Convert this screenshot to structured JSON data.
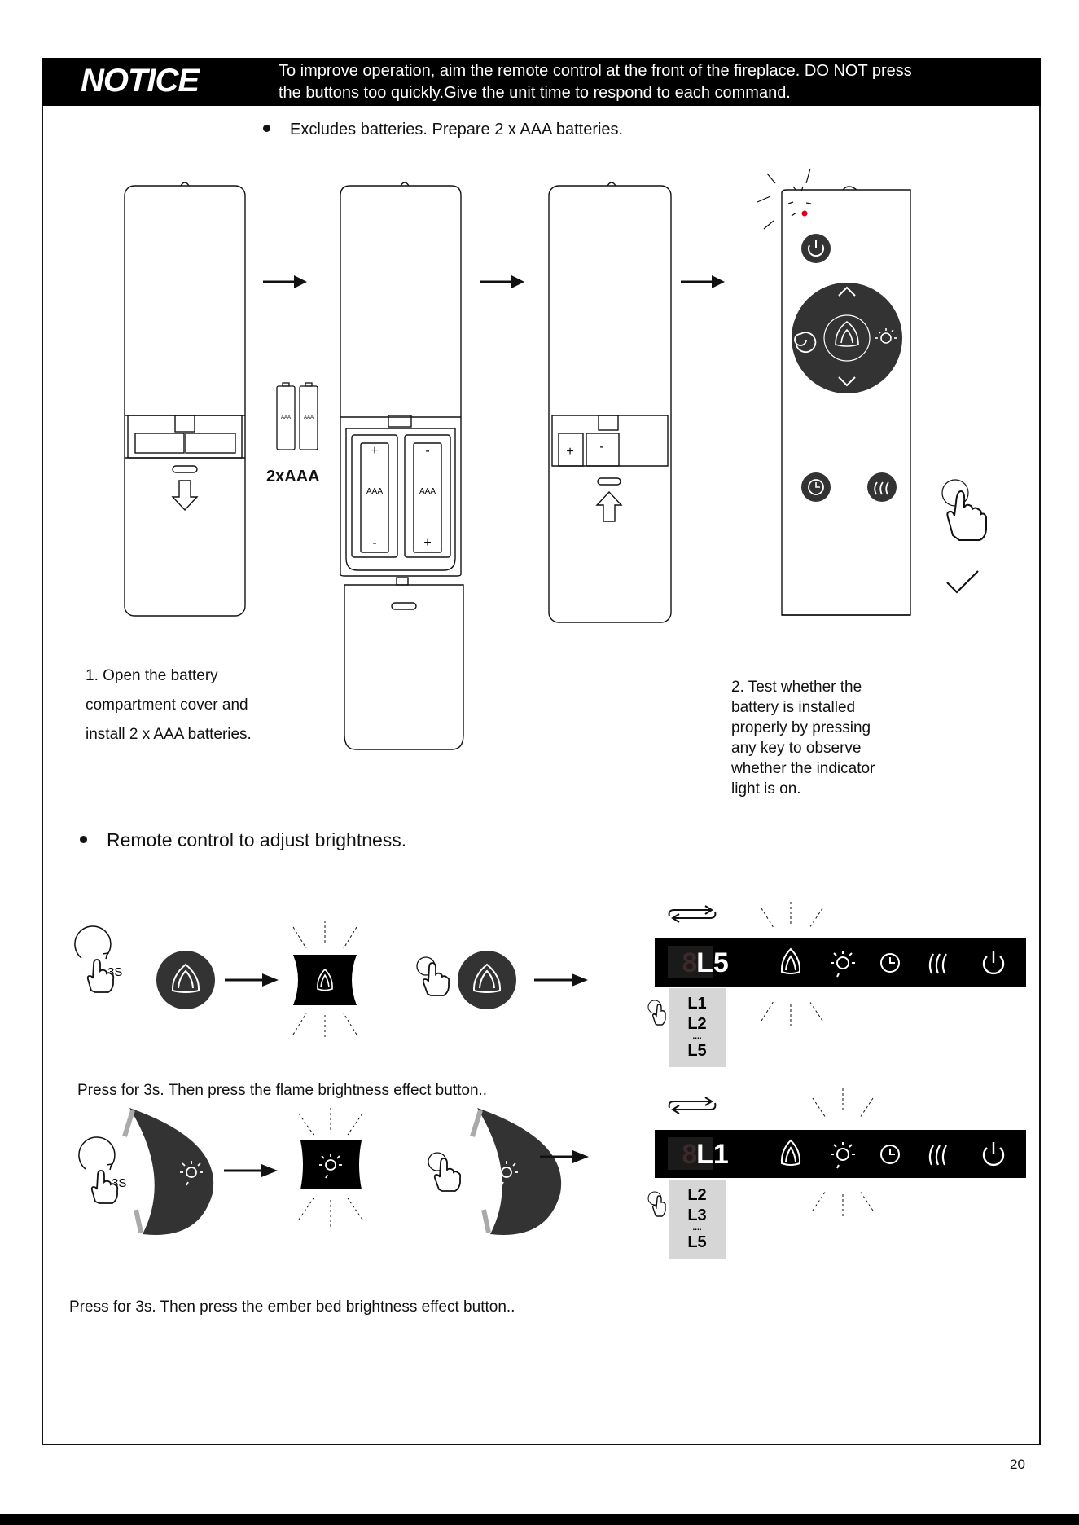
{
  "notice": {
    "title": "NOTICE",
    "line1": "To improve operation, aim the remote control at the front of the fireplace. DO NOT press",
    "line2": "the buttons too quickly.Give the unit time to respond to each command."
  },
  "battery_bullet": "Excludes batteries. Prepare 2 x AAA batteries.",
  "battery_label": "2xAAA",
  "cell_label": "AAA",
  "plus": "+",
  "minus": "-",
  "step1": [
    "1. Open the battery",
    "compartment cover and",
    "install 2 x AAA batteries."
  ],
  "step2": [
    "2. Test whether the",
    "battery is installed",
    "properly by pressing",
    "any key to observe",
    "whether the indicator",
    "light is on."
  ],
  "brightness_bullet": "Remote control to adjust brightness.",
  "hold_label": "3S",
  "flame_display": {
    "digits": "L5",
    "levels": [
      "L1",
      "L2",
      "....",
      "L5"
    ]
  },
  "ember_display": {
    "digits": "L1",
    "levels": [
      "L2",
      "L3",
      "....",
      "L5"
    ]
  },
  "caption_flame": "Press for 3s. Then press the flame brightness effect button..",
  "caption_ember": "Press for 3s. Then press the ember bed brightness effect button..",
  "page_number": "20",
  "colors": {
    "dark": "#333333",
    "black": "#000000",
    "indicator_red": "#d9001b",
    "level_bg": "#d6d6d6"
  }
}
